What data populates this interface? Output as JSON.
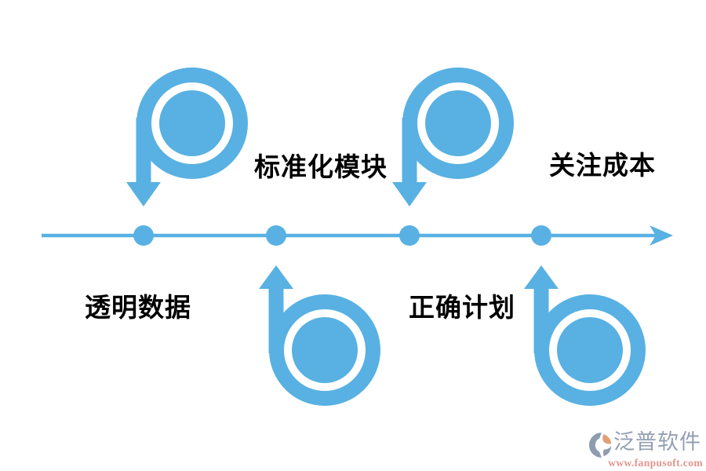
{
  "colors": {
    "accent": "#58b1e2",
    "label_text": "#000000",
    "watermark_brand": "#93a0b2",
    "watermark_url": "#e2948e",
    "watermark_logo_gray": "#8f9cb0",
    "watermark_logo_orange": "#dfa079"
  },
  "diagram": {
    "type": "timeline-flow",
    "axis": {
      "direction": "left-to-right",
      "dot_count": 4
    },
    "labels": [
      {
        "text": "标准化模块",
        "side": "above-axis"
      },
      {
        "text": "关注成本",
        "side": "above-axis"
      },
      {
        "text": "透明数据",
        "side": "below-axis"
      },
      {
        "text": "正确计划",
        "side": "below-axis"
      }
    ],
    "markers": [
      {
        "shape": "p-spiral",
        "arrow": "down",
        "points_to_dot": 1
      },
      {
        "shape": "b-spiral",
        "arrow": "up",
        "points_to_dot": 2
      },
      {
        "shape": "p-spiral",
        "arrow": "down",
        "points_to_dot": 3
      },
      {
        "shape": "b-spiral",
        "arrow": "up",
        "points_to_dot": 4
      }
    ]
  },
  "watermark": {
    "brand": "泛普软件",
    "url": "www.fanpusoft.com"
  }
}
